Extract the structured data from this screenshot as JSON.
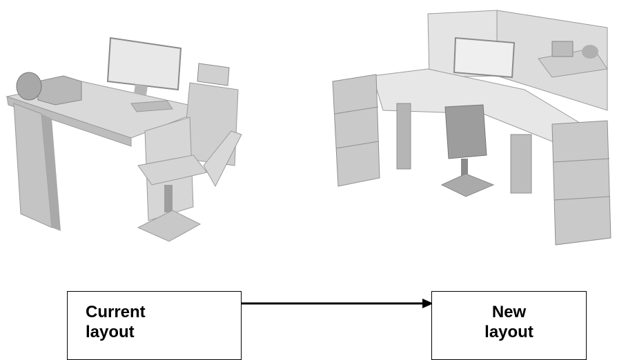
{
  "diagram": {
    "left_image": {
      "icon": "single-desk-workstation-illustration"
    },
    "right_image": {
      "icon": "l-shaped-cubicle-workstation-illustration"
    },
    "current_box": {
      "line1": "Current",
      "line2": "layout"
    },
    "new_box": {
      "line1": "New",
      "line2": "layout"
    },
    "arrow": {
      "direction": "right",
      "color": "#000000"
    }
  }
}
